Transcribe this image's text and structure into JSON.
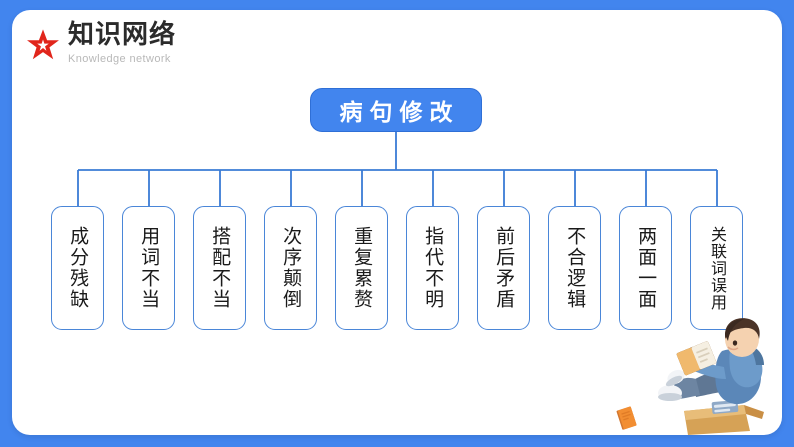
{
  "theme": {
    "background_color": "#4285ee",
    "card_color": "#ffffff",
    "node_border_color": "#4a86d8",
    "root_fill_color": "#4285ee",
    "star_color": "#e1251b",
    "title_color": "#2b2b2b",
    "subtitle_color": "#b8b8b8"
  },
  "header": {
    "star_icon": "red-star-icon",
    "title": "知识网络",
    "subtitle": "Knowledge network"
  },
  "diagram": {
    "type": "tree",
    "root": {
      "label": "病句修改"
    },
    "leaves": [
      {
        "label": "成分残缺",
        "chars": 4
      },
      {
        "label": "用词不当",
        "chars": 4
      },
      {
        "label": "搭配不当",
        "chars": 4
      },
      {
        "label": "次序颠倒",
        "chars": 4
      },
      {
        "label": "重复累赘",
        "chars": 4
      },
      {
        "label": "指代不明",
        "chars": 4
      },
      {
        "label": "前后矛盾",
        "chars": 4
      },
      {
        "label": "不合逻辑",
        "chars": 4
      },
      {
        "label": "两面一面",
        "chars": 4
      },
      {
        "label": "关联词误用",
        "chars": 5
      }
    ]
  },
  "illustration": {
    "figure": "boy-reading-book",
    "props": [
      "school-bag",
      "orange-book-on-floor"
    ]
  }
}
